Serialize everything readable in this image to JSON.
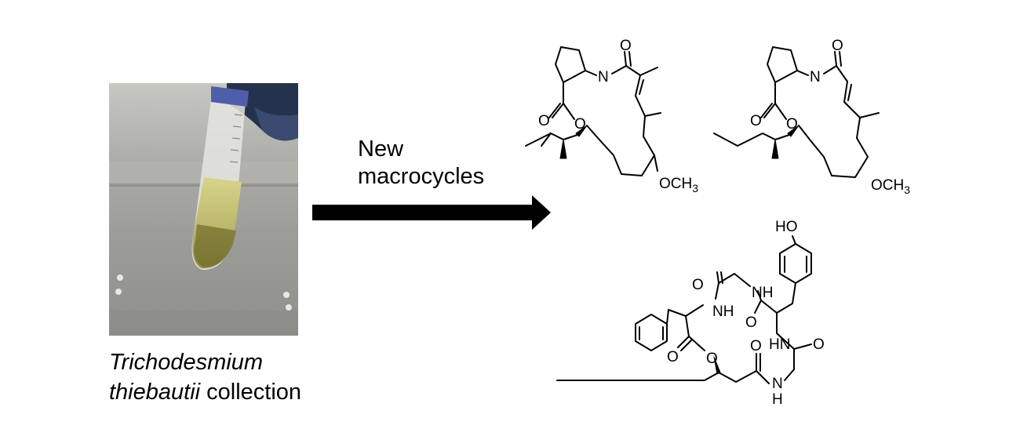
{
  "photo": {
    "icon": "test-tube-photo"
  },
  "caption": {
    "species_line1": "Trichodesmium",
    "species_line2": "thiebautii",
    "suffix": "collection"
  },
  "arrow_label": {
    "line1": "New",
    "line2": "macrocycles"
  },
  "molecule1": {
    "atoms": {
      "n": "N",
      "o_carbonyl_top": "O",
      "o_carbonyl_ester": "O",
      "o_ester": "O",
      "methoxy": "OCH3"
    }
  },
  "molecule2": {
    "atoms": {
      "n": "N",
      "o_carbonyl_top": "O",
      "o_carbonyl_ester": "O",
      "o_ester": "O",
      "methoxy": "OCH3"
    }
  },
  "molecule3": {
    "atoms": {
      "ho": "HO",
      "o1": "O",
      "nh1": "NH",
      "nh2": "NH",
      "o2": "O",
      "o3": "O",
      "nh3": "HN",
      "o4": "O",
      "o5": "O",
      "o6": "O",
      "o7": "O",
      "nh4": "N",
      "h4": "H"
    }
  }
}
